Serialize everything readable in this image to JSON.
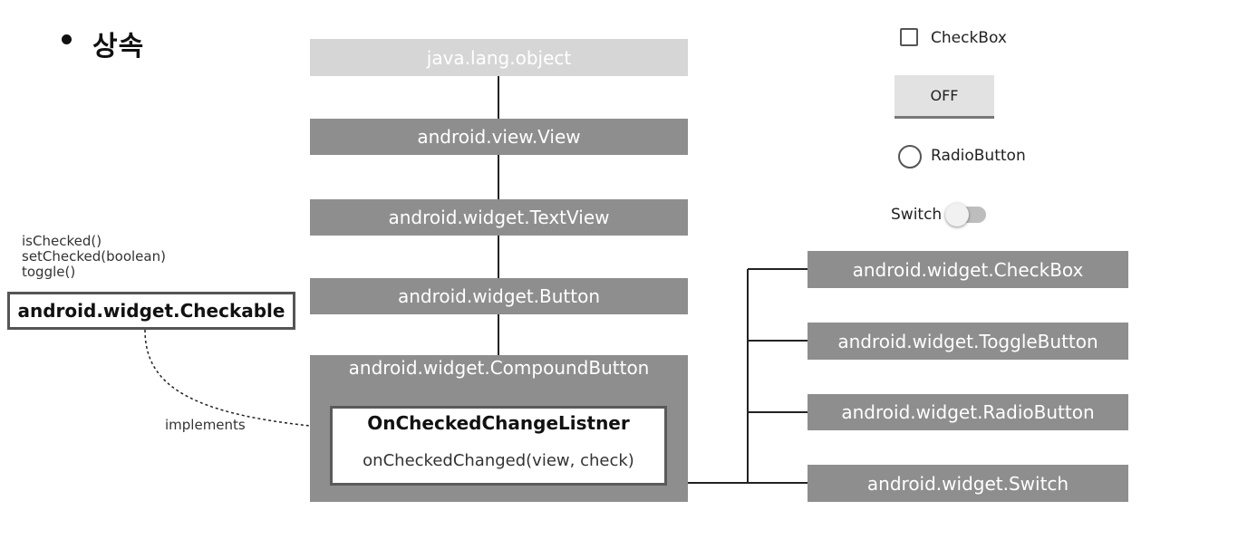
{
  "page": {
    "bullet": "●",
    "title": "상속"
  },
  "hierarchy": {
    "object": "java.lang.object",
    "view": "android.view.View",
    "textview": "android.widget.TextView",
    "button": "android.widget.Button",
    "compound": "android.widget.CompoundButton",
    "listener_name": "OnCheckedChangeListner",
    "listener_method": "onCheckedChanged(view, check)"
  },
  "subclasses": [
    "android.widget.CheckBox",
    "android.widget.ToggleButton",
    "android.widget.RadioButton",
    "android.widget.Switch"
  ],
  "checkable": {
    "name": "android.widget.Checkable",
    "methods": [
      "isChecked()",
      "setChecked(boolean)",
      "toggle()"
    ],
    "relation": "implements"
  },
  "widgets": {
    "checkbox_label": "CheckBox",
    "toggle_label": "OFF",
    "radio_label": "RadioButton",
    "switch_label": "Switch"
  },
  "colors": {
    "node_fill": "#8e8e8e",
    "node_fill_light": "#d6d6d6",
    "node_text": "#ffffff",
    "line": "#222222"
  }
}
